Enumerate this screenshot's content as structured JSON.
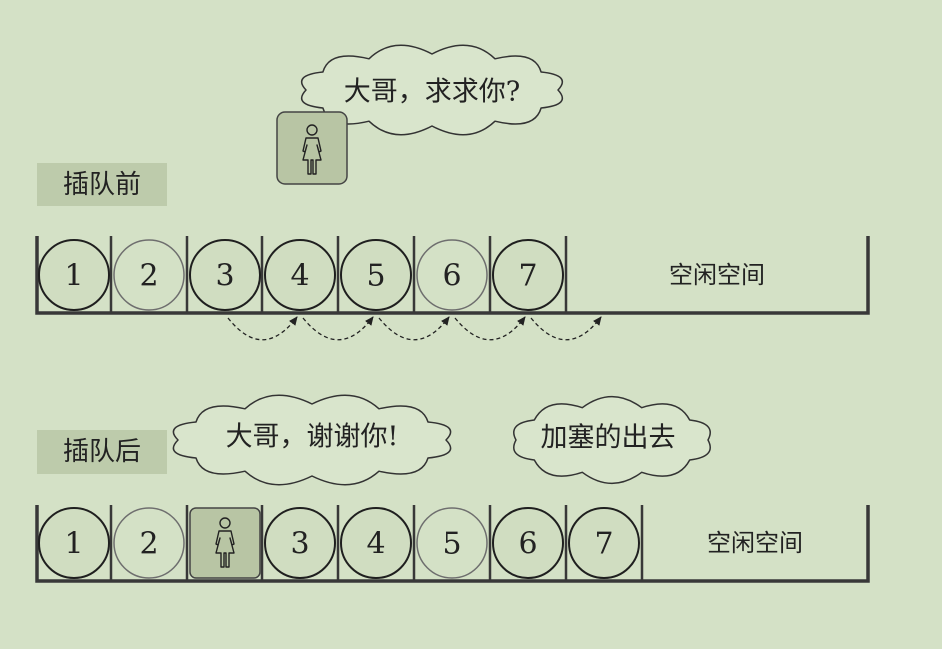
{
  "colors": {
    "background": "#d4e1c6",
    "label_fill": "#bdcbab",
    "person_box_fill": "#b8c5a4",
    "cloud_fill": "#d9e5cc",
    "line": "#383838"
  },
  "icons": {
    "person": "person-icon"
  },
  "before": {
    "label": "插队前",
    "speech": "大哥，求求你?",
    "cells": [
      "1",
      "2",
      "3",
      "4",
      "5",
      "6",
      "7"
    ],
    "free_space": "空闲空间"
  },
  "after": {
    "label": "插队后",
    "speech_left": "大哥，谢谢你!",
    "speech_right": "加塞的出去",
    "cells": [
      "1",
      "2",
      "3",
      "4",
      "5",
      "6",
      "7"
    ],
    "free_space": "空闲空间"
  }
}
